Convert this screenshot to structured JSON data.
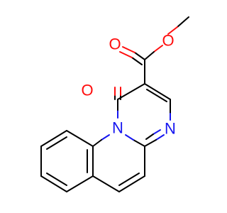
{
  "molecule": {
    "atoms": {
      "o_ester_carbonyl": {
        "symbol": "O",
        "color": "#ff0d0d"
      },
      "o_ester_ether": {
        "symbol": "O",
        "color": "#ff0d0d"
      },
      "o_ring_carbonyl": {
        "symbol": "O",
        "color": "#ff0d0d"
      },
      "n_bridgehead": {
        "symbol": "N",
        "color": "#1515f0"
      },
      "n_pyrimidine": {
        "symbol": "N",
        "color": "#1515f0"
      }
    },
    "bond_color": "#000000"
  }
}
